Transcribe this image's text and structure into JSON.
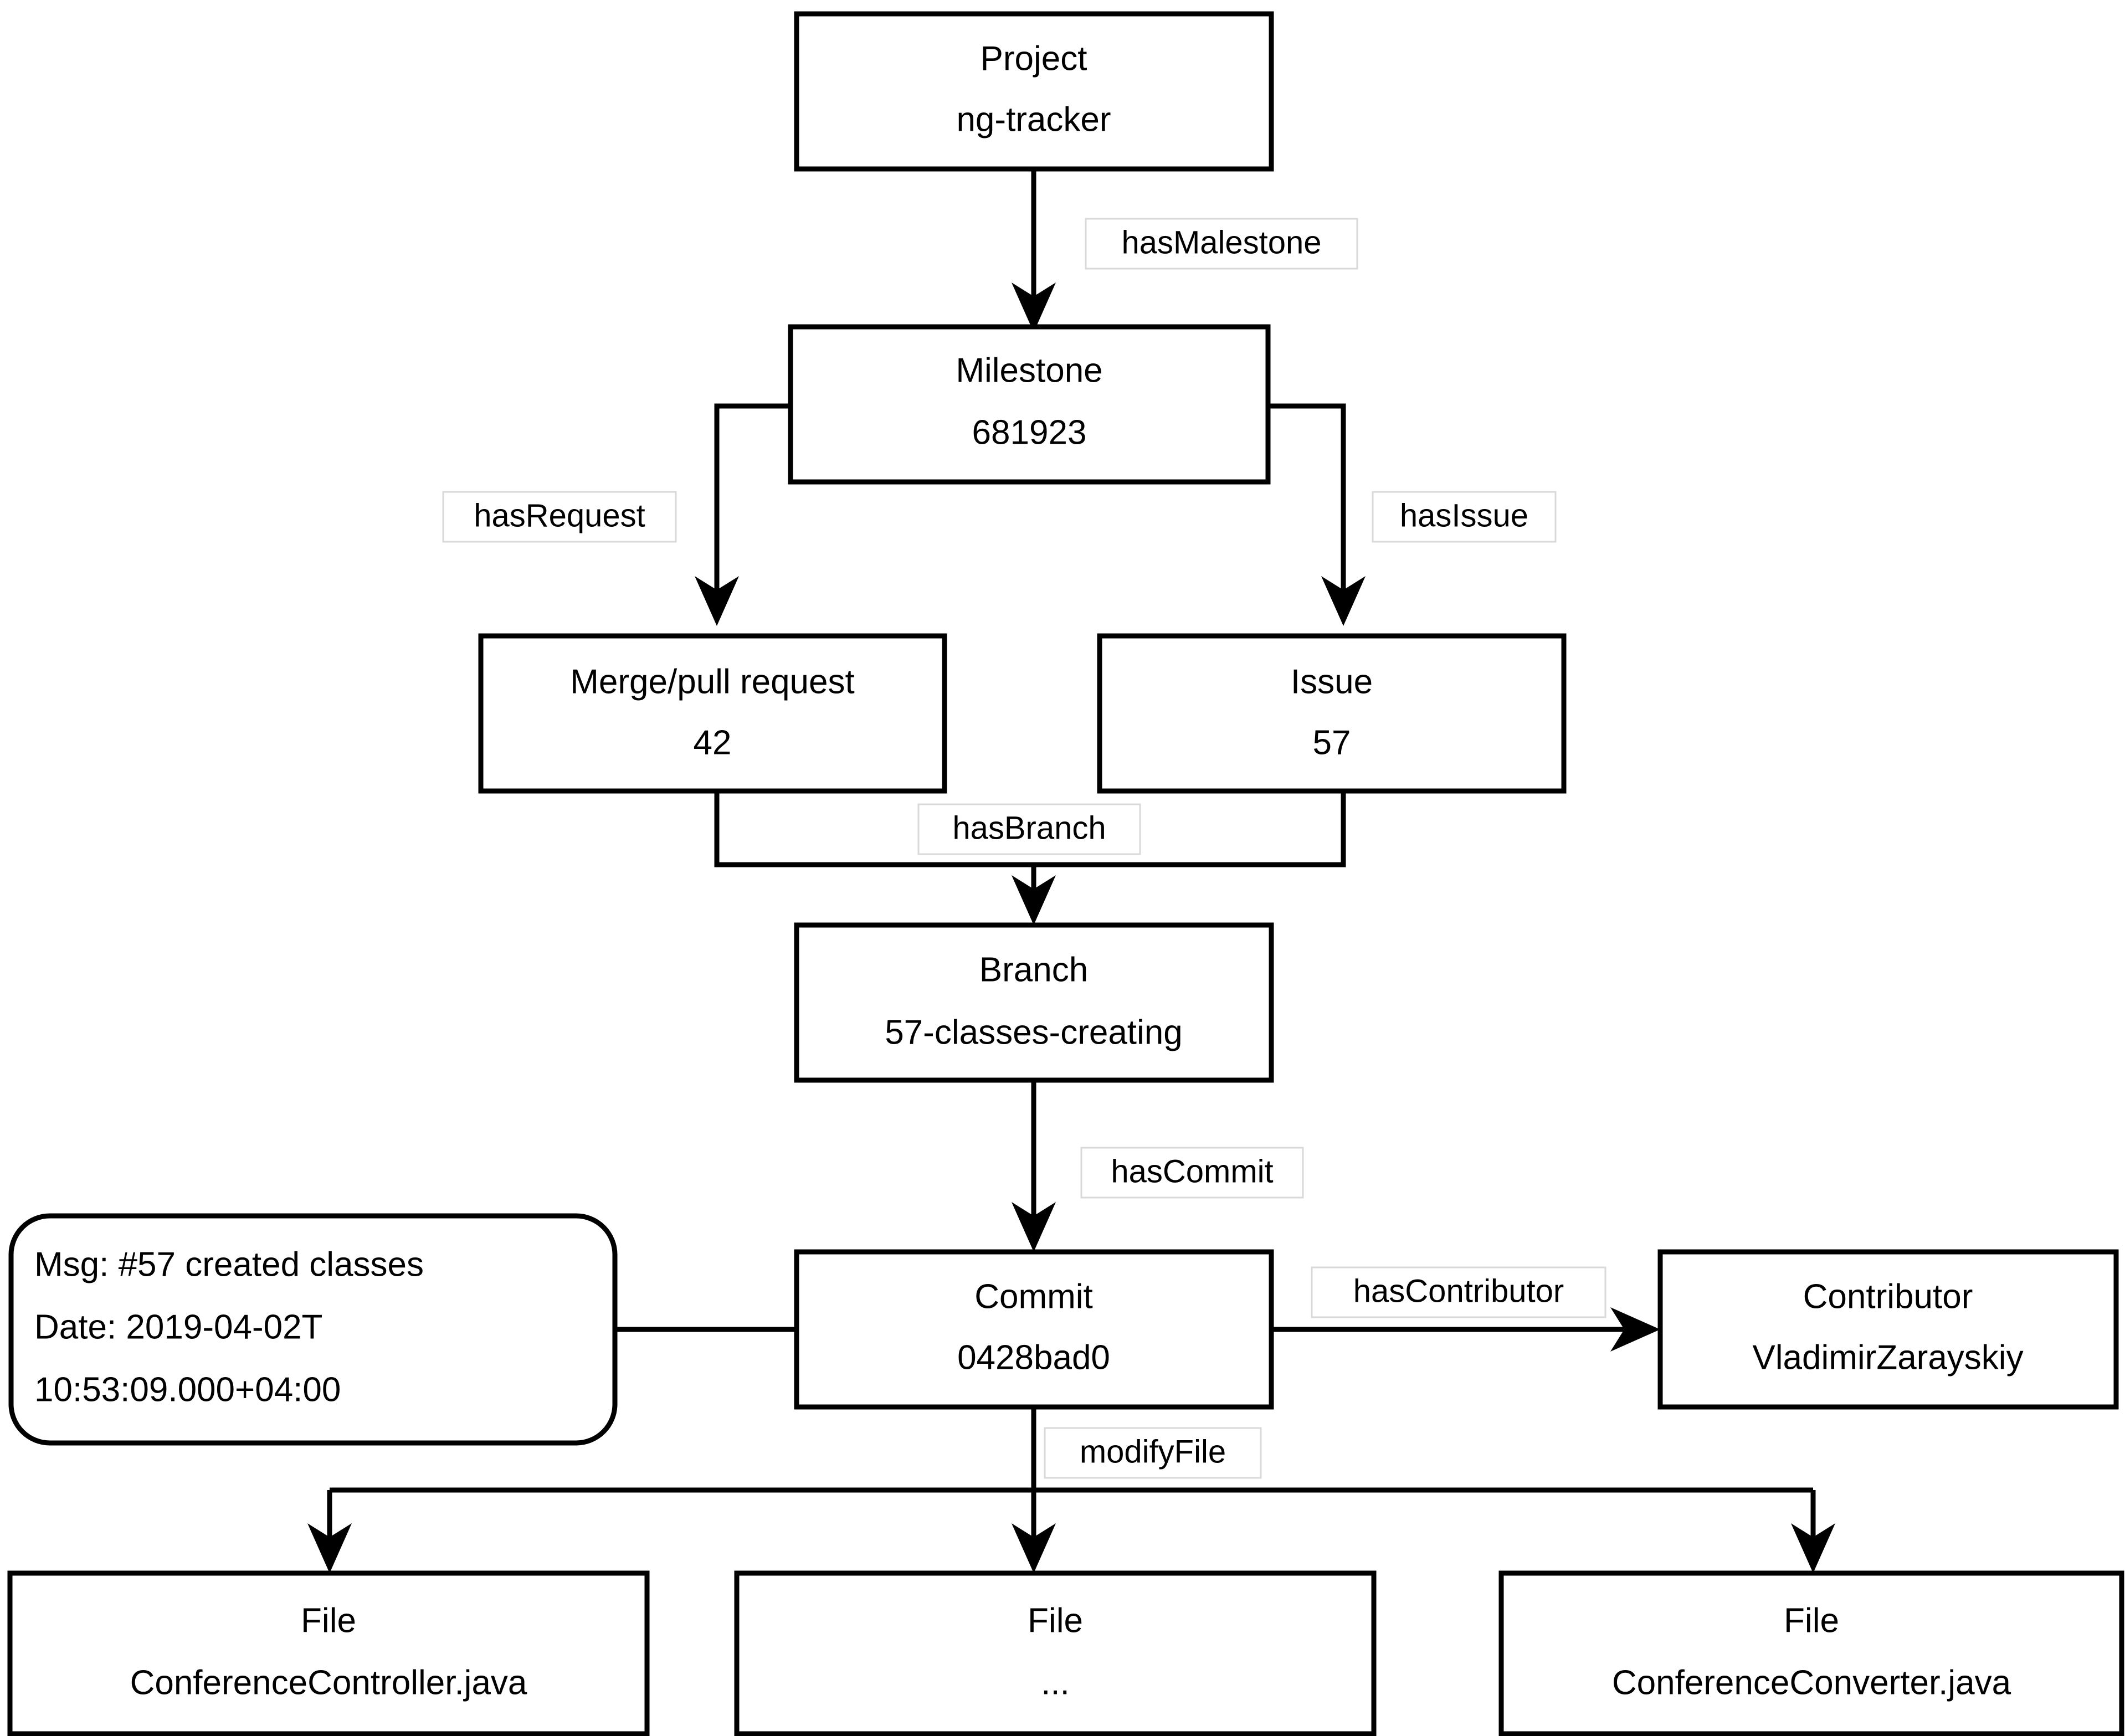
{
  "diagram": {
    "nodes": [
      {
        "id": "project",
        "type_label": "Project",
        "value_label": "ng-tracker"
      },
      {
        "id": "milestone",
        "type_label": "Milestone",
        "value_label": "681923"
      },
      {
        "id": "request",
        "type_label": "Merge/pull request",
        "value_label": "42"
      },
      {
        "id": "issue",
        "type_label": "Issue",
        "value_label": "57"
      },
      {
        "id": "branch",
        "type_label": "Branch",
        "value_label": "57-classes-creating"
      },
      {
        "id": "commit",
        "type_label": "Commit",
        "value_label": "0428bad0"
      },
      {
        "id": "contributor",
        "type_label": "Contributor",
        "value_label": "VladimirZarayskiy"
      },
      {
        "id": "file1",
        "type_label": "File",
        "value_label": "ConferenceController.java"
      },
      {
        "id": "file2",
        "type_label": "File",
        "value_label": "..."
      },
      {
        "id": "file3",
        "type_label": "File",
        "value_label": "ConferenceConverter.java"
      }
    ],
    "note": {
      "id": "commit-note",
      "lines": [
        "Msg: #57 created classes",
        "Date: 2019-04-02T",
        "10:53:09.000+04:00"
      ]
    },
    "edges": [
      {
        "id": "e-has-milestone",
        "label": "hasMalestone",
        "from": "project",
        "to": "milestone"
      },
      {
        "id": "e-has-request",
        "label": "hasRequest",
        "from": "milestone",
        "to": "request"
      },
      {
        "id": "e-has-issue",
        "label": "hasIssue",
        "from": "milestone",
        "to": "issue"
      },
      {
        "id": "e-has-branch",
        "label": "hasBranch",
        "from": "request",
        "to": "branch"
      },
      {
        "id": "e-has-commit",
        "label": "hasCommit",
        "from": "branch",
        "to": "commit"
      },
      {
        "id": "e-has-contributor",
        "label": "hasContributor",
        "from": "commit",
        "to": "contributor"
      },
      {
        "id": "e-modify-file",
        "label": "modifyFile",
        "from": "commit",
        "to": "file1"
      }
    ],
    "colors": {
      "stroke": "#000000",
      "fill": "#ffffff",
      "label_border": "#d9d9d9"
    }
  }
}
